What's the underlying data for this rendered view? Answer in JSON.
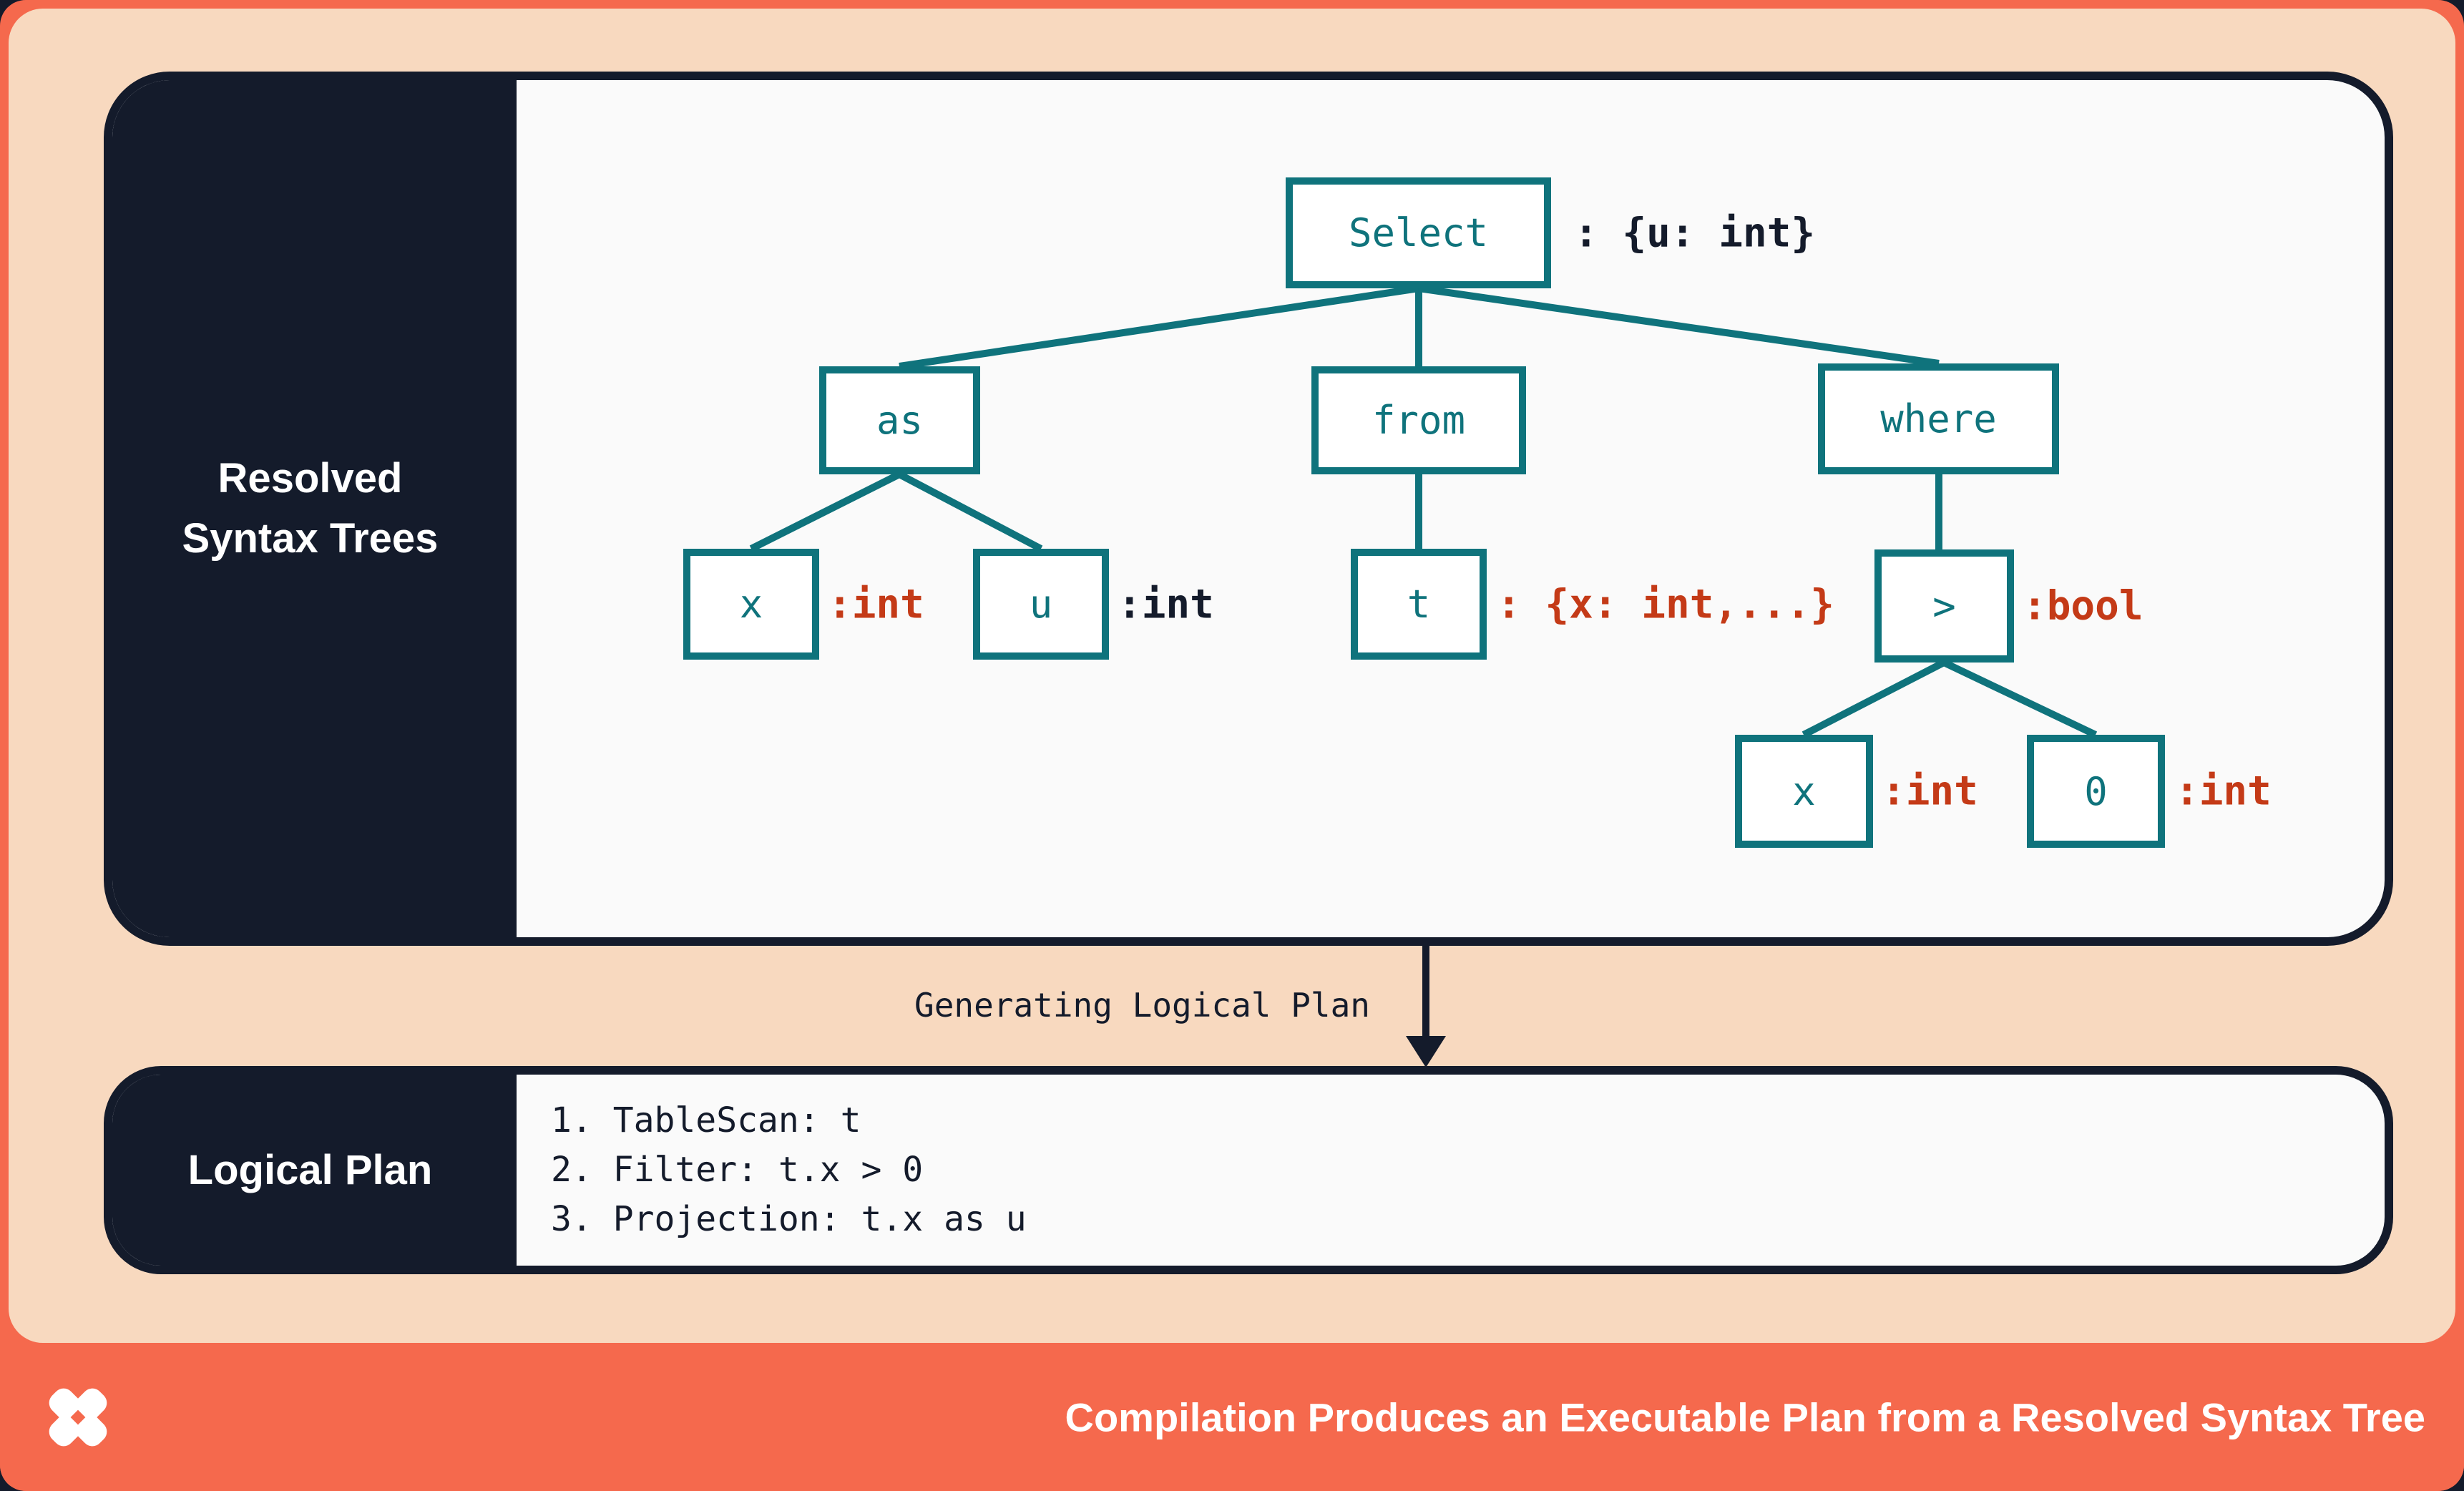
{
  "colors": {
    "teal": "#0f737c",
    "red": "#c43a17",
    "navy": "#141b2b",
    "peach": "#f8d9bf",
    "orange": "#f5694d",
    "panel_bg": "#fafafa"
  },
  "resolved_panel": {
    "sidebar_lines": [
      "Resolved",
      "Syntax Trees"
    ]
  },
  "tree": {
    "nodes": [
      {
        "key": "select",
        "label": "Select",
        "annotation": ": {u: int}",
        "annotation_color": "navy"
      },
      {
        "key": "as",
        "label": "as",
        "annotation": "",
        "annotation_color": ""
      },
      {
        "key": "from",
        "label": "from",
        "annotation": "",
        "annotation_color": ""
      },
      {
        "key": "where",
        "label": "where",
        "annotation": "",
        "annotation_color": ""
      },
      {
        "key": "x_alias",
        "label": "x",
        "annotation": ":int",
        "annotation_color": "red"
      },
      {
        "key": "u",
        "label": "u",
        "annotation": ":int",
        "annotation_color": "navy"
      },
      {
        "key": "t",
        "label": "t",
        "annotation": ": {x: int,...}",
        "annotation_color": "red"
      },
      {
        "key": "gt",
        "label": ">",
        "annotation": ":bool",
        "annotation_color": "red"
      },
      {
        "key": "x_pred",
        "label": "x",
        "annotation": ":int",
        "annotation_color": "red"
      },
      {
        "key": "zero",
        "label": "0",
        "annotation": ":int",
        "annotation_color": "red"
      }
    ],
    "edges": [
      [
        "select",
        "as"
      ],
      [
        "select",
        "from"
      ],
      [
        "select",
        "where"
      ],
      [
        "as",
        "x_alias"
      ],
      [
        "as",
        "u"
      ],
      [
        "from",
        "t"
      ],
      [
        "where",
        "gt"
      ],
      [
        "gt",
        "x_pred"
      ],
      [
        "gt",
        "zero"
      ]
    ]
  },
  "transition": {
    "label": "Generating Logical Plan"
  },
  "logical_plan_panel": {
    "sidebar_label": "Logical Plan",
    "steps": [
      "1. TableScan: t",
      "2. Filter: t.x > 0",
      "3. Projection: t.x as u"
    ]
  },
  "footer": {
    "title": "Compilation Produces an Executable Plan from a Resolved Syntax Tree",
    "logo": "pinwheel-logo"
  }
}
